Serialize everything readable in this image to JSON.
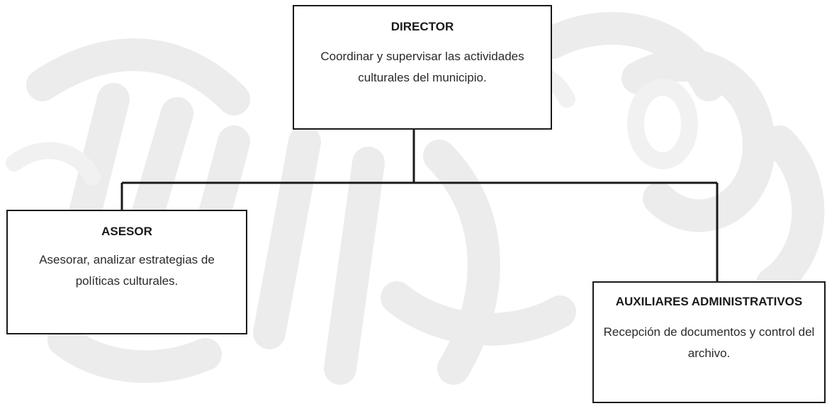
{
  "nodes": {
    "director": {
      "title": "DIRECTOR",
      "description": "Coordinar y supervisar las actividades culturales del municipio."
    },
    "asesor": {
      "title": "ASESOR",
      "description": "Asesorar, analizar estrategias de políticas culturales."
    },
    "auxiliares": {
      "title": "AUXILIARES ADMINISTRATIVOS",
      "description": "Recepción de documentos y control del archivo."
    }
  },
  "edges": [
    {
      "from": "director",
      "to": "asesor"
    },
    {
      "from": "director",
      "to": "auxiliares"
    }
  ],
  "colors": {
    "line": "#1a1a1a",
    "watermark": "#ededed"
  }
}
